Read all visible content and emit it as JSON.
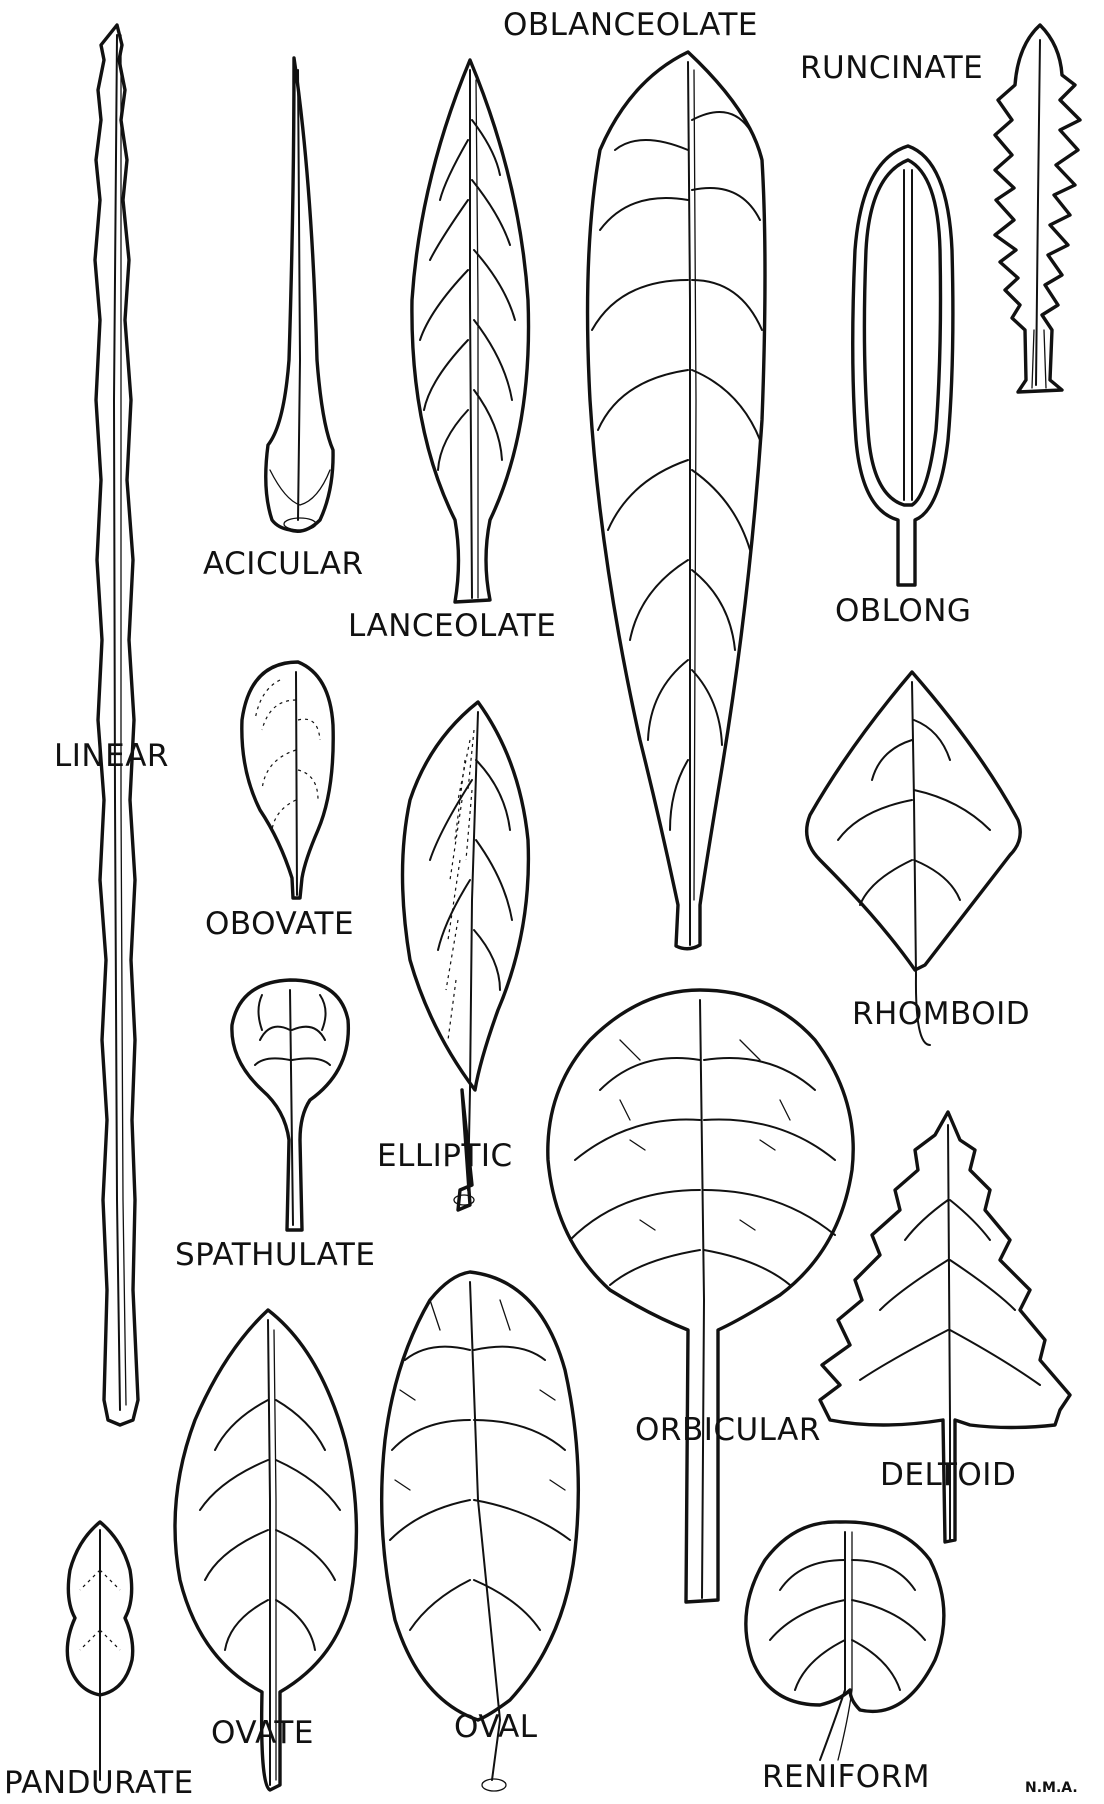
{
  "labels": {
    "oblanceolate": "OBLANCEOLATE",
    "runcinate": "RUNCINATE",
    "acicular": "ACICULAR",
    "lanceolate": "LANCEOLATE",
    "oblong": "OBLONG",
    "linear": "LINEAR",
    "obovate": "OBOVATE",
    "rhomboid": "RHOMBOID",
    "spathulate": "SPATHULATE",
    "elliptic": "ELLIPTIC",
    "orbicular": "ORBICULAR",
    "deltoid": "DELTOID",
    "ovate": "OVATE",
    "oval": "OVAL",
    "reniform": "RENIFORM",
    "pandurate": "PANDURATE"
  },
  "signature": "N.M.A."
}
